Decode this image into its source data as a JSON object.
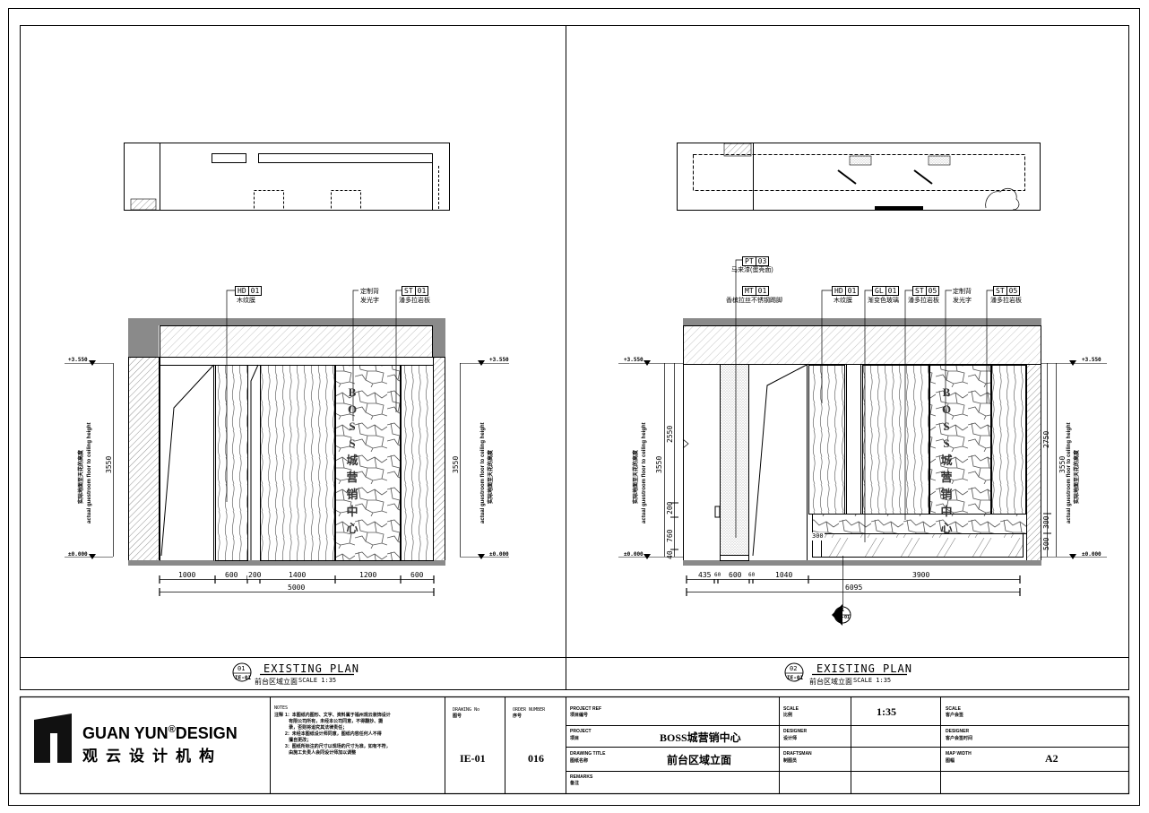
{
  "left_elevation": {
    "tags": [
      {
        "code": "HD",
        "num": "01",
        "caption": "木纹膜"
      },
      {
        "code": "ST",
        "num": "01",
        "caption": "潘多拉岩板"
      }
    ],
    "note_caption": "定制背\n发光字",
    "level_top": "+3.550",
    "level_bottom": "±0.000",
    "height": "3550",
    "vertical_note_cn": "实际地面至天花的高度",
    "vertical_note_en": "actual guestroom floor to ceiling height",
    "sign_text": "BOSS城营销中心",
    "dims_bottom": [
      "1000",
      "600",
      "200",
      "1400",
      "1200",
      "600"
    ],
    "dim_total": "5000",
    "plan_no": "01",
    "sheet_ref": "IE-01",
    "title": "EXISTING PLAN",
    "subtitle": "前台区域立面",
    "scale": "SCALE 1:35"
  },
  "right_elevation": {
    "tags": [
      {
        "code": "PT",
        "num": "03",
        "caption": "马来漆(蛋壳面)"
      },
      {
        "code": "MT",
        "num": "01",
        "caption": "香槟拉丝不锈钢踢脚"
      },
      {
        "code": "HD",
        "num": "01",
        "caption": "木纹膜"
      },
      {
        "code": "GL",
        "num": "01",
        "caption": "渐变色玻璃"
      },
      {
        "code": "ST",
        "num": "05",
        "caption": "潘多拉岩板"
      },
      {
        "code": "ST",
        "num": "05",
        "caption": "潘多拉岩板"
      }
    ],
    "note_caption": "定制背\n发光字",
    "level_top": "+3.550",
    "level_bottom": "±0.000",
    "height": "3550",
    "left_dims": [
      "2550",
      "200",
      "760",
      "40"
    ],
    "right_dims": [
      "2750",
      "300",
      "500"
    ],
    "counter_dim": "300",
    "vertical_note_cn": "实际地面至天花的高度",
    "vertical_note_en": "actual guestroom floor to ceiling height",
    "sign_text": "BOSS城营销中心",
    "dims_bottom": [
      "435",
      "60",
      "600",
      "60",
      "1040",
      "3900"
    ],
    "dim_total": "6095",
    "section_mark": {
      "num": "01",
      "ref": "IE-01"
    },
    "plan_no": "02",
    "sheet_ref": "IE-01",
    "title": "EXISTING PLAN",
    "subtitle": "前台区域立面",
    "scale": "SCALE 1:35"
  },
  "title_block": {
    "logo_en_1": "GUAN YUN",
    "logo_reg": "®",
    "logo_en_2": "DESIGN",
    "logo_cn": "观云设计机构",
    "notes_header": "NOTES",
    "notes_label": "注释",
    "notes_text": "1：本图纸内图形、文字、资料属于福州观云装饰设计\n   有限公司所有，未经本公司同意，不得翻抄、摄\n   录，否则将追究其法律责任；\n2：未经本图纸设计师同意，图纸内容任何人不得\n   擅自更改；\n3：图纸所标注的尺寸以现场的尺寸为准，如有不符，\n   由施工负责人会同设计师加以调整",
    "drawing_no_label_en": "DRAWING No",
    "drawing_no_label_cn": "图号",
    "drawing_no": "IE-01",
    "order_label_en": "ORDER NUMBER",
    "order_label_cn": "序号",
    "order_no": "016",
    "project_ref_en": "PROJECT REF",
    "project_ref_cn": "项目编号",
    "project_en": "PROJECT",
    "project_cn": "项目",
    "project_name": "BOSS城营销中心",
    "drawing_title_en": "DRAWING TITLE",
    "drawing_title_cn": "图纸名称",
    "drawing_title": "前台区域立面",
    "remarks_en": "REMARKS",
    "remarks_cn": "备注",
    "scale_en": "SCALE",
    "scale_cn": "比例",
    "scale_value": "1:35",
    "designer_en": "DESIGNER",
    "designer_cn": "设计师",
    "draftsman_en": "DRAFTSMAN",
    "draftsman_cn": "制图员",
    "sign_en": "SCALE",
    "sign_cn": "客户会签",
    "client_designer_en": "DESIGNER",
    "client_designer_cn": "客户会签时间",
    "map_width_en": "MAP WIDTH",
    "map_width_cn": "图幅",
    "map_width": "A2"
  }
}
